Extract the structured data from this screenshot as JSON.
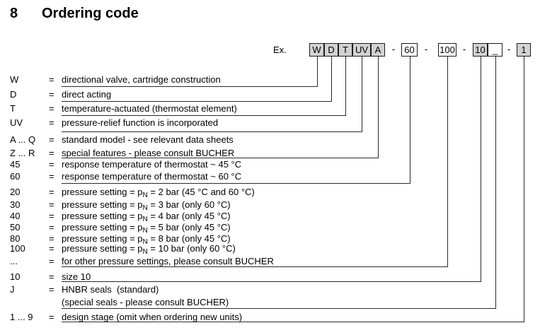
{
  "title": {
    "number": "8",
    "text": "Ordering code"
  },
  "example": {
    "label": "Ex.",
    "separator": "-"
  },
  "colors": {
    "box_shaded": "#d2d2d2",
    "box_border": "#1c1c1c",
    "line": "#2a2a2a",
    "text": "#000000",
    "background": "#ffffff"
  },
  "boxes": [
    {
      "key": "W",
      "name": "w",
      "text": "W",
      "shaded": true
    },
    {
      "key": "D",
      "name": "d",
      "text": "D",
      "shaded": true
    },
    {
      "key": "T",
      "name": "t",
      "text": "T",
      "shaded": true
    },
    {
      "key": "UV",
      "name": "uv",
      "text": "UV",
      "shaded": true
    },
    {
      "key": "A",
      "name": "a",
      "text": "A",
      "shaded": true
    },
    {
      "key": "60",
      "name": "60",
      "text": "60",
      "shaded": false
    },
    {
      "key": "100",
      "name": "100",
      "text": "100",
      "shaded": false
    },
    {
      "key": "10",
      "name": "10",
      "text": "10",
      "shaded": true
    },
    {
      "key": "_",
      "name": "blank",
      "text": "_",
      "shaded": false
    },
    {
      "key": "1",
      "name": "1",
      "text": "1",
      "shaded": true
    }
  ],
  "rows": [
    {
      "code": "W",
      "eq": "=",
      "desc": [
        {
          "text": "directional valve, cartridge construction"
        }
      ],
      "connect": "W"
    },
    {
      "code": "D",
      "eq": "=",
      "desc": [
        {
          "text": "direct acting"
        }
      ],
      "connect": "D"
    },
    {
      "code": "T",
      "eq": "=",
      "desc": [
        {
          "text": "temperature-actuated (thermostat element)"
        }
      ],
      "connect": "T"
    },
    {
      "code": "UV",
      "eq": "=",
      "desc": [
        {
          "text": "pressure-relief function is incorporated"
        }
      ],
      "connect": "UV"
    },
    {
      "code": "A ... Q",
      "eq": "=",
      "desc": [
        {
          "text": "standard model - see relevant data sheets"
        }
      ],
      "connect": null
    },
    {
      "code": "Z ... R",
      "eq": "=",
      "desc": [
        {
          "text": "special features - please consult BUCHER"
        }
      ],
      "connect": "A"
    },
    {
      "code": "45",
      "eq": "=",
      "desc": [
        {
          "text": "response temperature of thermostat ~ 45 °C"
        }
      ],
      "connect": null
    },
    {
      "code": "60",
      "eq": "=",
      "desc": [
        {
          "text": "response temperature of thermostat ~ 60 °C"
        }
      ],
      "connect": "60"
    },
    {
      "code": "20",
      "eq": "=",
      "desc": [
        {
          "text": "pressure setting = p"
        },
        {
          "text": "N",
          "sub": true
        },
        {
          "text": " = 2 bar (45 °C and 60 °C)"
        }
      ],
      "connect": null
    },
    {
      "code": "30",
      "eq": "=",
      "desc": [
        {
          "text": "pressure setting = p"
        },
        {
          "text": "N",
          "sub": true
        },
        {
          "text": " = 3 bar (only 60 °C)"
        }
      ],
      "connect": null
    },
    {
      "code": "40",
      "eq": "=",
      "desc": [
        {
          "text": "pressure setting = p"
        },
        {
          "text": "N",
          "sub": true
        },
        {
          "text": " = 4 bar (only 45 °C)"
        }
      ],
      "connect": null
    },
    {
      "code": "50",
      "eq": "=",
      "desc": [
        {
          "text": "pressure setting = p"
        },
        {
          "text": "N",
          "sub": true
        },
        {
          "text": " = 5 bar (only 45 °C)"
        }
      ],
      "connect": null
    },
    {
      "code": "80",
      "eq": "=",
      "desc": [
        {
          "text": "pressure setting = p"
        },
        {
          "text": "N",
          "sub": true
        },
        {
          "text": " = 8 bar (only 45 °C)"
        }
      ],
      "connect": null
    },
    {
      "code": "100",
      "eq": "=",
      "desc": [
        {
          "text": "pressure setting = p"
        },
        {
          "text": "N",
          "sub": true
        },
        {
          "text": " = 10 bar (only 60 °C)"
        }
      ],
      "connect": null
    },
    {
      "code": "...",
      "eq": "=",
      "desc": [
        {
          "text": "for other pressure settings, please consult BUCHER"
        }
      ],
      "connect": "100"
    },
    {
      "code": "10",
      "eq": "=",
      "desc": [
        {
          "text": "size 10"
        }
      ],
      "connect": "10"
    },
    {
      "code": "J",
      "eq": "=",
      "desc": [
        {
          "text": "HNBR seals  (standard)"
        }
      ],
      "connect": null
    },
    {
      "code": "",
      "eq": "",
      "desc": [
        {
          "text": "(special seals - please consult BUCHER)"
        }
      ],
      "connect": "_"
    },
    {
      "code": "1 ... 9",
      "eq": "=",
      "desc": [
        {
          "text": "design stage (omit when ordering new units)"
        }
      ],
      "connect": "1"
    }
  ]
}
